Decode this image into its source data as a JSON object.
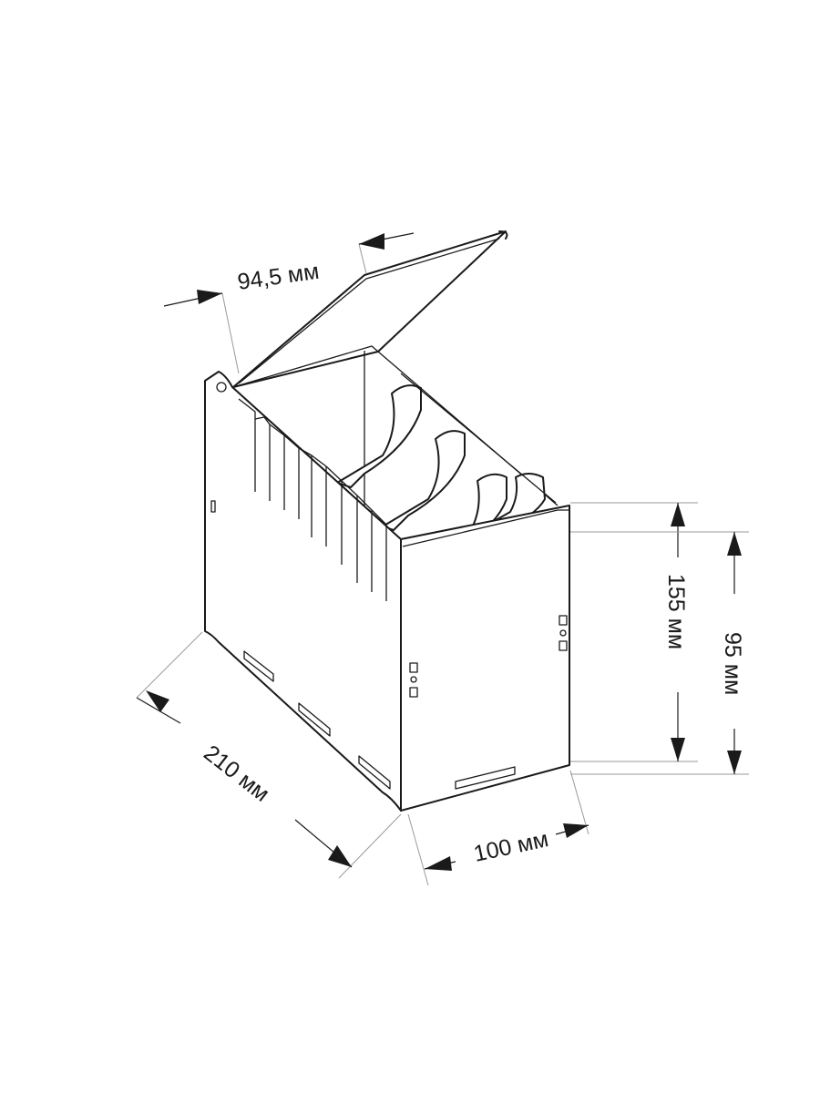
{
  "dimensions": {
    "lid_width": "94,5 мм",
    "length": "210 мм",
    "depth": "100 мм",
    "total_height": "155 мм",
    "front_height": "95 мм"
  },
  "colors": {
    "line": "#1a1a1a",
    "extension": "#9a9a9a",
    "background": "#ffffff"
  }
}
